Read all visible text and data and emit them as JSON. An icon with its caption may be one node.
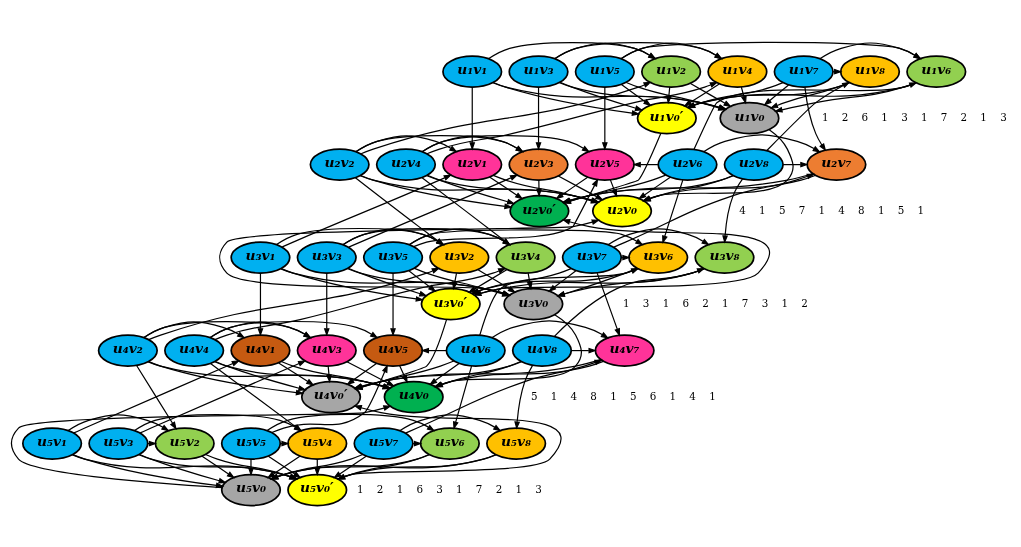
{
  "diagram": {
    "nodes": [
      {
        "text": [
          "u₁v₀"
        ]
      },
      {
        "text": [
          "u₁v₀′"
        ]
      },
      {
        "text": [
          "u₁v₁"
        ]
      },
      {
        "text": [
          "u₁v₂"
        ]
      },
      {
        "text": [
          "u₁v₃"
        ]
      },
      {
        "text": [
          "u₁v₄"
        ]
      },
      {
        "text": [
          "u₁v₅"
        ]
      },
      {
        "text": [
          "u₁v₆"
        ]
      },
      {
        "text": [
          "u₁v₇"
        ]
      },
      {
        "text": [
          "u₁v₈"
        ]
      },
      {
        "text": [
          "u₂v₀"
        ]
      },
      {
        "text": [
          "u₂v₀′"
        ]
      },
      {
        "text": [
          "u₂v₁"
        ]
      },
      {
        "text": [
          "u₂v₂"
        ]
      },
      {
        "text": [
          "u₂v₃"
        ]
      },
      {
        "text": [
          "u₂v₄"
        ]
      },
      {
        "text": [
          "u₂v₅"
        ]
      },
      {
        "text": [
          "u₂v₆"
        ]
      },
      {
        "text": [
          "u₂v₇"
        ]
      },
      {
        "text": [
          "u₂v₈"
        ]
      },
      {
        "text": [
          "u₃v₀"
        ]
      },
      {
        "text": [
          "u₃v₀′"
        ]
      },
      {
        "text": [
          "u₃v₁"
        ]
      },
      {
        "text": [
          "u₃v₂"
        ]
      },
      {
        "text": [
          "u₃v₃"
        ]
      },
      {
        "text": [
          "u₃v₄"
        ]
      },
      {
        "text": [
          "u₃v₅"
        ]
      },
      {
        "text": [
          "u₃v₆"
        ]
      },
      {
        "text": [
          "u₃v₇"
        ]
      },
      {
        "text": [
          "u₃v₈"
        ]
      },
      {
        "text": [
          "u₄v₀"
        ]
      },
      {
        "text": [
          "u₄v₀′"
        ]
      },
      {
        "text": [
          "u₄v₁"
        ]
      },
      {
        "text": [
          "u₄v₂"
        ]
      },
      {
        "text": [
          "u₄v₃"
        ]
      },
      {
        "text": [
          "u₄v₄"
        ]
      },
      {
        "text": [
          "u₄v₅"
        ]
      },
      {
        "text": [
          "u₄v₆"
        ]
      },
      {
        "text": [
          "u₄v₇"
        ]
      },
      {
        "text": [
          "u₄v₈"
        ]
      },
      {
        "text": [
          "u₅v₀"
        ]
      },
      {
        "text": [
          "u₅v₀′"
        ]
      },
      {
        "text": [
          "u₅v₁"
        ]
      },
      {
        "text": [
          "u₅v₂"
        ]
      },
      {
        "text": [
          "u₅v₃"
        ]
      },
      {
        "text": [
          "u₅v₄"
        ]
      },
      {
        "text": [
          "u₅v₅"
        ]
      },
      {
        "text": [
          "u₅v₆"
        ]
      },
      {
        "text": [
          "u₅v₇"
        ]
      },
      {
        "text": [
          "u₅v₈"
        ]
      }
    ],
    "edges": [
      {
        "from": 2,
        "to": 0,
        "arrow": "to"
      },
      {
        "from": 3,
        "to": 0,
        "arrow": "to"
      },
      {
        "from": 4,
        "to": 0,
        "arrow": "to"
      },
      {
        "from": 5,
        "to": 0,
        "arrow": "to"
      },
      {
        "from": 6,
        "to": 0,
        "arrow": "to"
      },
      {
        "from": 7,
        "to": 0,
        "arrow": "to"
      },
      {
        "from": 8,
        "to": 0,
        "arrow": "to"
      },
      {
        "from": 9,
        "to": 0,
        "arrow": "to"
      },
      {
        "from": 2,
        "to": 1,
        "arrow": "to"
      },
      {
        "from": 3,
        "to": 1,
        "arrow": "to"
      },
      {
        "from": 4,
        "to": 1,
        "arrow": "to"
      },
      {
        "from": 5,
        "to": 1,
        "arrow": "to"
      },
      {
        "from": 6,
        "to": 1,
        "arrow": "to"
      },
      {
        "from": 7,
        "to": 1,
        "arrow": "to"
      },
      {
        "from": 8,
        "to": 1,
        "arrow": "to"
      },
      {
        "from": 9,
        "to": 1,
        "arrow": "to"
      },
      {
        "from": 2,
        "to": 3,
        "arrow": "to"
      },
      {
        "from": 4,
        "to": 3,
        "arrow": "to"
      },
      {
        "from": 4,
        "to": 5,
        "arrow": "to"
      },
      {
        "from": 6,
        "to": 5,
        "arrow": "to"
      },
      {
        "from": 6,
        "to": 7,
        "arrow": "to"
      },
      {
        "from": 8,
        "to": 7,
        "arrow": "to"
      },
      {
        "from": 8,
        "to": 9,
        "arrow": "to"
      },
      {
        "from": 12,
        "to": 10,
        "arrow": "to"
      },
      {
        "from": 13,
        "to": 10,
        "arrow": "to"
      },
      {
        "from": 14,
        "to": 10,
        "arrow": "to"
      },
      {
        "from": 15,
        "to": 10,
        "arrow": "to"
      },
      {
        "from": 16,
        "to": 10,
        "arrow": "to"
      },
      {
        "from": 17,
        "to": 10,
        "arrow": "to"
      },
      {
        "from": 18,
        "to": 10,
        "arrow": "to"
      },
      {
        "from": 19,
        "to": 10,
        "arrow": "to"
      },
      {
        "from": 12,
        "to": 11,
        "arrow": "to"
      },
      {
        "from": 13,
        "to": 11,
        "arrow": "to"
      },
      {
        "from": 14,
        "to": 11,
        "arrow": "to"
      },
      {
        "from": 15,
        "to": 11,
        "arrow": "to"
      },
      {
        "from": 16,
        "to": 11,
        "arrow": "to"
      },
      {
        "from": 17,
        "to": 11,
        "arrow": "to"
      },
      {
        "from": 18,
        "to": 11,
        "arrow": "to"
      },
      {
        "from": 19,
        "to": 11,
        "arrow": "to"
      },
      {
        "from": 13,
        "to": 12,
        "arrow": "to"
      },
      {
        "from": 13,
        "to": 14,
        "arrow": "to"
      },
      {
        "from": 15,
        "to": 14,
        "arrow": "to"
      },
      {
        "from": 15,
        "to": 16,
        "arrow": "to"
      },
      {
        "from": 17,
        "to": 16,
        "arrow": "to"
      },
      {
        "from": 17,
        "to": 18,
        "arrow": "to"
      },
      {
        "from": 19,
        "to": 18,
        "arrow": "to"
      },
      {
        "from": 22,
        "to": 20,
        "arrow": "to"
      },
      {
        "from": 23,
        "to": 20,
        "arrow": "to"
      },
      {
        "from": 24,
        "to": 20,
        "arrow": "to"
      },
      {
        "from": 25,
        "to": 20,
        "arrow": "to"
      },
      {
        "from": 26,
        "to": 20,
        "arrow": "to"
      },
      {
        "from": 27,
        "to": 20,
        "arrow": "to"
      },
      {
        "from": 28,
        "to": 20,
        "arrow": "to"
      },
      {
        "from": 29,
        "to": 20,
        "arrow": "to"
      },
      {
        "from": 22,
        "to": 21,
        "arrow": "to"
      },
      {
        "from": 23,
        "to": 21,
        "arrow": "to"
      },
      {
        "from": 24,
        "to": 21,
        "arrow": "to"
      },
      {
        "from": 25,
        "to": 21,
        "arrow": "to"
      },
      {
        "from": 26,
        "to": 21,
        "arrow": "to"
      },
      {
        "from": 27,
        "to": 21,
        "arrow": "to"
      },
      {
        "from": 28,
        "to": 21,
        "arrow": "to"
      },
      {
        "from": 29,
        "to": 21,
        "arrow": "to"
      },
      {
        "from": 22,
        "to": 23,
        "arrow": "to"
      },
      {
        "from": 24,
        "to": 23,
        "arrow": "to"
      },
      {
        "from": 24,
        "to": 25,
        "arrow": "to"
      },
      {
        "from": 26,
        "to": 25,
        "arrow": "to"
      },
      {
        "from": 26,
        "to": 27,
        "arrow": "to"
      },
      {
        "from": 28,
        "to": 27,
        "arrow": "to"
      },
      {
        "from": 28,
        "to": 29,
        "arrow": "to"
      },
      {
        "from": 32,
        "to": 30,
        "arrow": "to"
      },
      {
        "from": 33,
        "to": 30,
        "arrow": "to"
      },
      {
        "from": 34,
        "to": 30,
        "arrow": "to"
      },
      {
        "from": 35,
        "to": 30,
        "arrow": "to"
      },
      {
        "from": 36,
        "to": 30,
        "arrow": "to"
      },
      {
        "from": 37,
        "to": 30,
        "arrow": "to"
      },
      {
        "from": 38,
        "to": 30,
        "arrow": "to"
      },
      {
        "from": 39,
        "to": 30,
        "arrow": "to"
      },
      {
        "from": 32,
        "to": 31,
        "arrow": "to"
      },
      {
        "from": 33,
        "to": 31,
        "arrow": "to"
      },
      {
        "from": 34,
        "to": 31,
        "arrow": "to"
      },
      {
        "from": 35,
        "to": 31,
        "arrow": "to"
      },
      {
        "from": 36,
        "to": 31,
        "arrow": "to"
      },
      {
        "from": 37,
        "to": 31,
        "arrow": "to"
      },
      {
        "from": 38,
        "to": 31,
        "arrow": "to"
      },
      {
        "from": 39,
        "to": 31,
        "arrow": "to"
      },
      {
        "from": 33,
        "to": 32,
        "arrow": "to"
      },
      {
        "from": 33,
        "to": 34,
        "arrow": "to"
      },
      {
        "from": 35,
        "to": 34,
        "arrow": "to"
      },
      {
        "from": 35,
        "to": 36,
        "arrow": "to"
      },
      {
        "from": 37,
        "to": 36,
        "arrow": "to"
      },
      {
        "from": 37,
        "to": 38,
        "arrow": "to"
      },
      {
        "from": 39,
        "to": 38,
        "arrow": "to"
      },
      {
        "from": 42,
        "to": 40,
        "arrow": "to"
      },
      {
        "from": 43,
        "to": 40,
        "arrow": "to"
      },
      {
        "from": 44,
        "to": 40,
        "arrow": "to"
      },
      {
        "from": 45,
        "to": 40,
        "arrow": "to"
      },
      {
        "from": 46,
        "to": 40,
        "arrow": "to"
      },
      {
        "from": 47,
        "to": 40,
        "arrow": "to"
      },
      {
        "from": 48,
        "to": 40,
        "arrow": "to"
      },
      {
        "from": 49,
        "to": 40,
        "arrow": "to"
      },
      {
        "from": 42,
        "to": 41,
        "arrow": "to"
      },
      {
        "from": 43,
        "to": 41,
        "arrow": "to"
      },
      {
        "from": 44,
        "to": 41,
        "arrow": "to"
      },
      {
        "from": 45,
        "to": 41,
        "arrow": "to"
      },
      {
        "from": 46,
        "to": 41,
        "arrow": "to"
      },
      {
        "from": 47,
        "to": 41,
        "arrow": "to"
      },
      {
        "from": 48,
        "to": 41,
        "arrow": "to"
      },
      {
        "from": 49,
        "to": 41,
        "arrow": "to"
      },
      {
        "from": 42,
        "to": 43,
        "arrow": "to"
      },
      {
        "from": 44,
        "to": 43,
        "arrow": "to"
      },
      {
        "from": 44,
        "to": 45,
        "arrow": "to"
      },
      {
        "from": 46,
        "to": 45,
        "arrow": "to"
      },
      {
        "from": 46,
        "to": 47,
        "arrow": "to"
      },
      {
        "from": 48,
        "to": 47,
        "arrow": "to"
      },
      {
        "from": 48,
        "to": 49,
        "arrow": "to"
      },
      {
        "from": 0,
        "to": 10,
        "arrow": "to"
      },
      {
        "from": 20,
        "to": 10,
        "arrow": "to"
      },
      {
        "from": 20,
        "to": 30,
        "arrow": "to"
      },
      {
        "from": 40,
        "to": 30,
        "arrow": "to"
      },
      {
        "from": 1,
        "to": 11,
        "arrow": "to"
      },
      {
        "from": 21,
        "to": 11,
        "arrow": "to"
      },
      {
        "from": 21,
        "to": 31,
        "arrow": "to"
      },
      {
        "from": 41,
        "to": 31,
        "arrow": "to"
      },
      {
        "from": 2,
        "to": 12,
        "arrow": "to"
      },
      {
        "from": 22,
        "to": 12,
        "arrow": "to"
      },
      {
        "from": 22,
        "to": 32,
        "arrow": "to"
      },
      {
        "from": 42,
        "to": 32,
        "arrow": "to"
      },
      {
        "from": 13,
        "to": 3,
        "arrow": "to"
      },
      {
        "from": 13,
        "to": 23,
        "arrow": "to"
      },
      {
        "from": 33,
        "to": 23,
        "arrow": "to"
      },
      {
        "from": 33,
        "to": 43,
        "arrow": "to"
      },
      {
        "from": 4,
        "to": 14,
        "arrow": "to"
      },
      {
        "from": 24,
        "to": 14,
        "arrow": "to"
      },
      {
        "from": 24,
        "to": 34,
        "arrow": "to"
      },
      {
        "from": 44,
        "to": 34,
        "arrow": "to"
      },
      {
        "from": 15,
        "to": 5,
        "arrow": "to"
      },
      {
        "from": 15,
        "to": 25,
        "arrow": "to"
      },
      {
        "from": 35,
        "to": 25,
        "arrow": "to"
      },
      {
        "from": 35,
        "to": 45,
        "arrow": "to"
      },
      {
        "from": 6,
        "to": 16,
        "arrow": "to"
      },
      {
        "from": 26,
        "to": 16,
        "arrow": "to"
      },
      {
        "from": 26,
        "to": 36,
        "arrow": "to"
      },
      {
        "from": 46,
        "to": 36,
        "arrow": "to"
      },
      {
        "from": 17,
        "to": 7,
        "arrow": "to"
      },
      {
        "from": 17,
        "to": 27,
        "arrow": "to"
      },
      {
        "from": 37,
        "to": 27,
        "arrow": "to"
      },
      {
        "from": 37,
        "to": 47,
        "arrow": "to"
      },
      {
        "from": 8,
        "to": 18,
        "arrow": "to"
      },
      {
        "from": 28,
        "to": 18,
        "arrow": "to"
      },
      {
        "from": 28,
        "to": 38,
        "arrow": "to"
      },
      {
        "from": 48,
        "to": 38,
        "arrow": "to"
      },
      {
        "from": 19,
        "to": 9,
        "arrow": "to"
      },
      {
        "from": 19,
        "to": 29,
        "arrow": "to"
      },
      {
        "from": 39,
        "to": 29,
        "arrow": "to"
      },
      {
        "from": 39,
        "to": 49,
        "arrow": "to"
      }
    ],
    "labels": [
      "1",
      "2",
      "6",
      "1",
      "3",
      "1",
      "7",
      "2",
      "1",
      "3",
      "4",
      "1",
      "5",
      "7",
      "1",
      "4",
      "8",
      "1",
      "5",
      "1",
      "1",
      "3",
      "1",
      "6",
      "2",
      "1",
      "7",
      "3",
      "1",
      "2",
      "5",
      "1",
      "4",
      "8",
      "1",
      "5",
      "6",
      "1",
      "4",
      "1",
      "1",
      "2",
      "1",
      "6",
      "3",
      "1",
      "7",
      "2",
      "1",
      "3"
    ]
  }
}
